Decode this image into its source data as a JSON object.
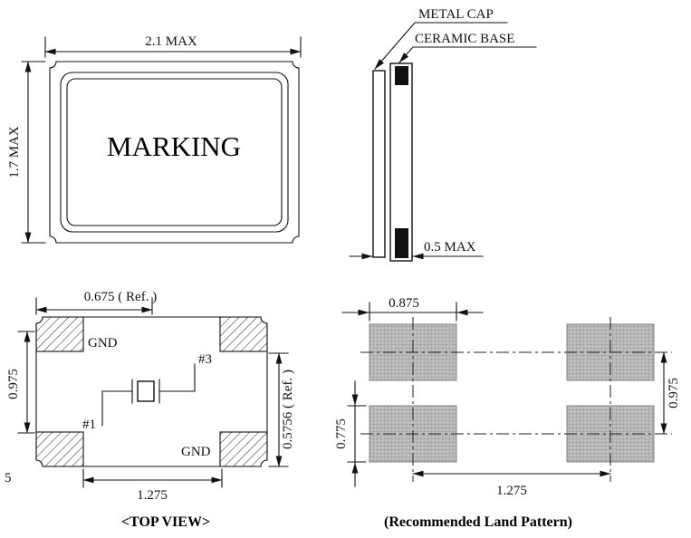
{
  "colors": {
    "line": "#111111",
    "pad_gray": "#bfbfbf"
  },
  "front_view": {
    "marking_label": "MARKING",
    "dim_width": "2.1 MAX",
    "dim_height": "1.7 MAX"
  },
  "side_view": {
    "metal_cap_label": "METAL CAP",
    "ceramic_base_label": "CERAMIC BASE",
    "dim_thickness": "0.5 MAX"
  },
  "top_view": {
    "caption": "<TOP VIEW>",
    "gnd_top_label": "GND",
    "gnd_bottom_label": "GND",
    "pin3_label": "#3",
    "pin1_label": "#1",
    "dim_top": "0.675 ( Ref. )",
    "dim_left": "0.975",
    "dim_bottom": "1.275",
    "dim_right": "0.5756 ( Ref. )",
    "stray_text": "5"
  },
  "land_pattern": {
    "caption": "(Recommended Land Pattern)",
    "dim_pad_width": "0.875",
    "dim_pad_height": "0.775",
    "dim_pitch_x": "1.275",
    "dim_pitch_y": "0.975"
  }
}
